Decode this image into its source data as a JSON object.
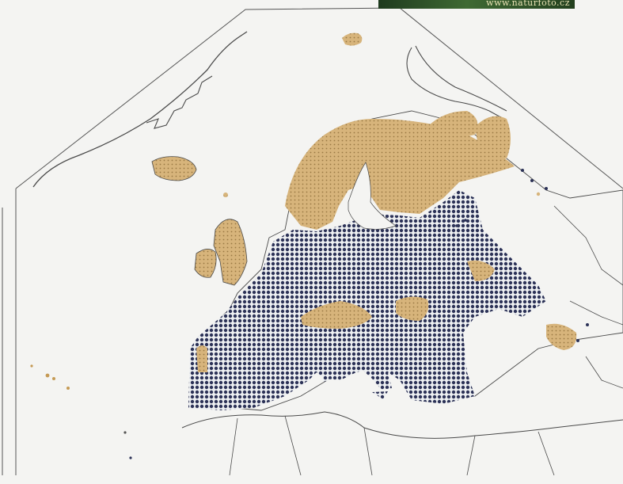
{
  "map": {
    "kind": "species-distribution-grid",
    "region": "Europe",
    "colors": {
      "background": "#f4f4f2",
      "border_line": "#4a4a4a",
      "native_presence": "#d5b37a",
      "native_presence_dot": "#9c7a45",
      "other_presence": "#33395e",
      "other_presence_dot": "#1c2040"
    },
    "watermark_text": "www.naturfoto.cz"
  }
}
